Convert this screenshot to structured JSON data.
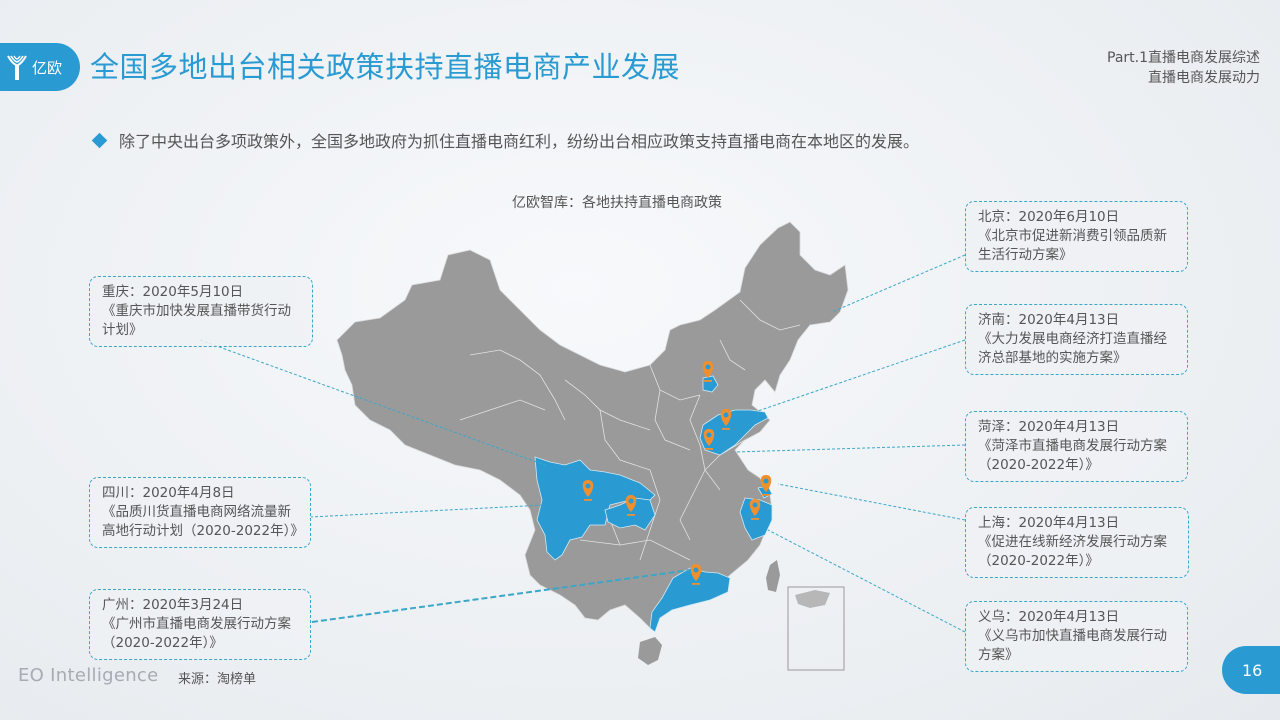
{
  "header": {
    "logo_text": "亿欧",
    "title": "全国多地出台相关政策扶持直播电商产业发展",
    "part_line1": "Part.1直播电商发展综述",
    "part_line2": "直播电商发展动力"
  },
  "intro": {
    "bullet_text": "除了中央出台多项政策外，全国多地政府为抓住直播电商红利，纷纷出台相应政策支持直播电商在本地区的发展。"
  },
  "map": {
    "caption": "亿欧智库：各地扶持直播电商政策",
    "colors": {
      "base": "#9a9a9a",
      "highlight": "#2a9bd2",
      "pin": "#f18f2c",
      "leader_line": "#3aa7c9"
    },
    "highlighted_regions": [
      "北京",
      "山东",
      "四川",
      "重庆",
      "广东",
      "浙江",
      "上海"
    ]
  },
  "callouts": {
    "chongqing": {
      "date": "重庆：2020年5月10日",
      "doc": "《重庆市加快发展直播带货行动计划》"
    },
    "sichuan": {
      "date": "四川：2020年4月8日",
      "doc": "《品质川货直播电商网络流量新高地行动计划（2020-2022年）》"
    },
    "guangzhou": {
      "date": "广州：2020年3月24日",
      "doc": "《广州市直播电商发展行动方案（2020-2022年）》"
    },
    "beijing": {
      "date": "北京：2020年6月10日",
      "doc": "《北京市促进新消费引领品质新生活行动方案》"
    },
    "jinan": {
      "date": "济南：2020年4月13日",
      "doc": "《大力发展电商经济打造直播经济总部基地的实施方案》"
    },
    "heze": {
      "date": "菏泽：2020年4月13日",
      "doc": "《菏泽市直播电商发展行动方案（2020-2022年）》"
    },
    "shanghai": {
      "date": "上海：2020年4月13日",
      "doc": "《促进在线新经济发展行动方案（2020-2022年）》"
    },
    "yiwu": {
      "date": "义乌：2020年4月13日",
      "doc": "《义乌市加快直播电商发展行动方案》"
    }
  },
  "footer": {
    "brand": "EO Intelligence",
    "source": "来源：淘榜单",
    "page_number": "16"
  }
}
